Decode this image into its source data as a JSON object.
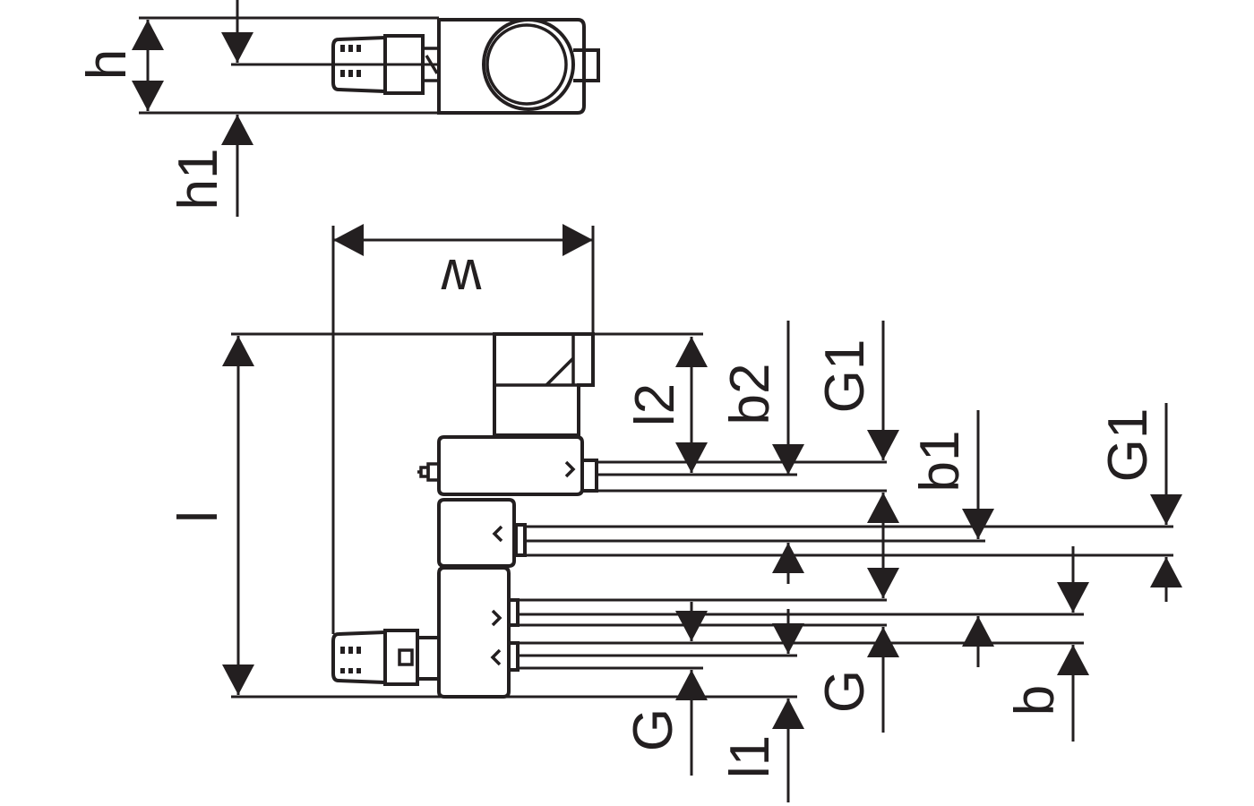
{
  "labels": {
    "h": "h",
    "h1": "h1",
    "w": "w",
    "l": "l",
    "l1": "l1",
    "l2": "l2",
    "b": "b",
    "b1": "b1",
    "b2": "b2",
    "g_left": "G",
    "g_right": "G",
    "g1_top": "G1",
    "g1_right": "G1"
  },
  "colors": {
    "line": "#231f20",
    "background": "#ffffff"
  }
}
